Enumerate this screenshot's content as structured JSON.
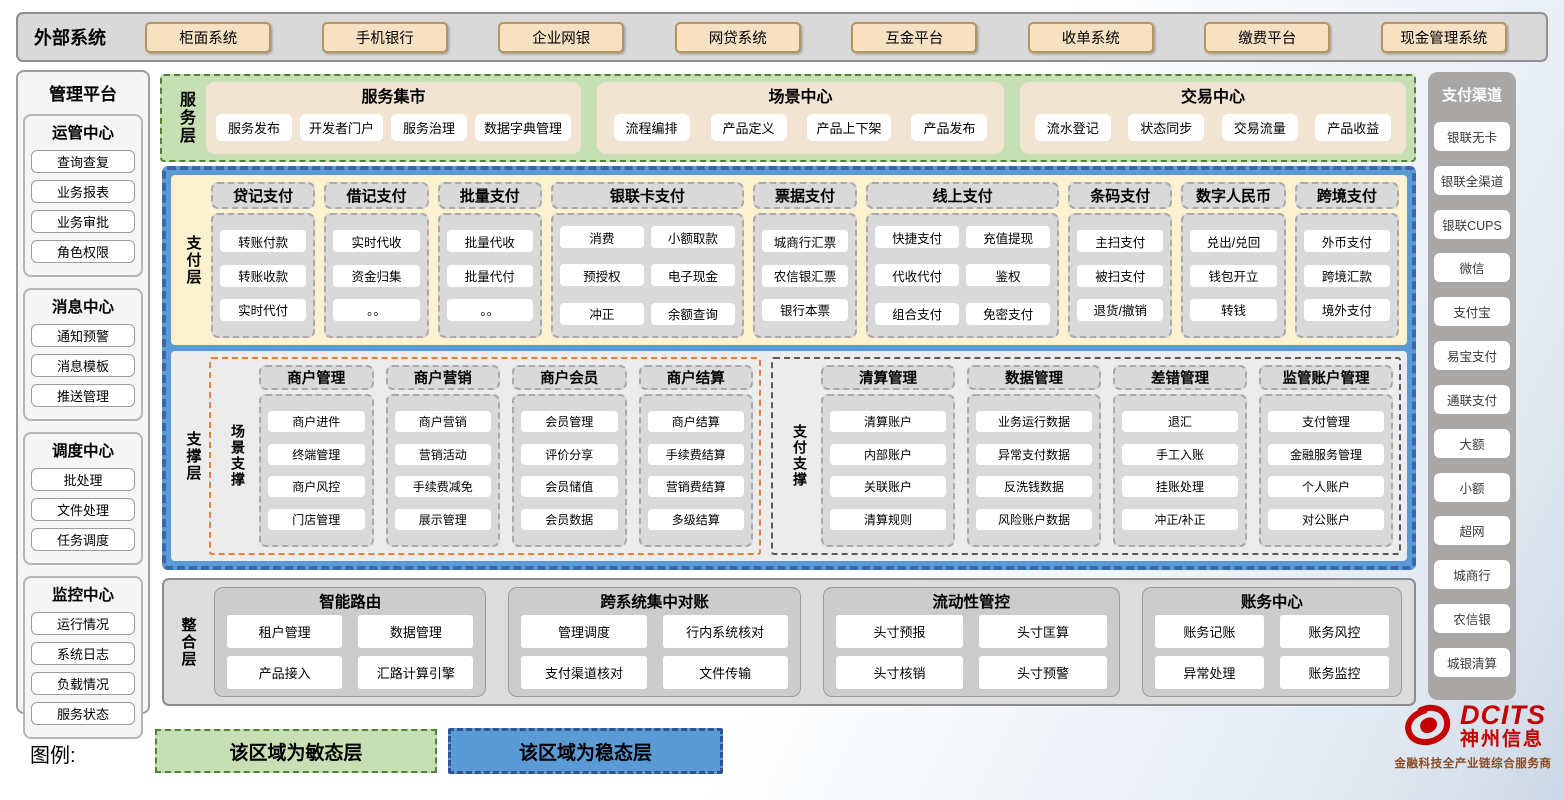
{
  "external": {
    "label": "外部系统",
    "systems": [
      "柜面系统",
      "手机银行",
      "企业网银",
      "网贷系统",
      "互金平台",
      "收单系统",
      "缴费平台",
      "现金管理系统"
    ]
  },
  "management": {
    "title": "管理平台",
    "groups": [
      {
        "title": "运管中心",
        "items": [
          "查询查复",
          "业务报表",
          "业务审批",
          "角色权限"
        ]
      },
      {
        "title": "消息中心",
        "items": [
          "通知预警",
          "消息模板",
          "推送管理"
        ]
      },
      {
        "title": "调度中心",
        "items": [
          "批处理",
          "文件处理",
          "任务调度"
        ]
      },
      {
        "title": "监控中心",
        "items": [
          "运行情况",
          "系统日志",
          "负载情况",
          "服务状态"
        ]
      }
    ]
  },
  "service_layer": {
    "label": "服务层",
    "groups": [
      {
        "title": "服务集市",
        "items": [
          "服务发布",
          "开发者门户",
          "服务治理",
          "数据字典管理"
        ]
      },
      {
        "title": "场景中心",
        "items": [
          "流程编排",
          "产品定义",
          "产品上下架",
          "产品发布"
        ]
      },
      {
        "title": "交易中心",
        "items": [
          "流水登记",
          "状态同步",
          "交易流量",
          "产品收益"
        ]
      }
    ]
  },
  "payment_layer": {
    "label": "支付层",
    "columns": [
      {
        "title": "贷记支付",
        "wide": false,
        "items": [
          "转账付款",
          "转账收款",
          "实时代付"
        ]
      },
      {
        "title": "借记支付",
        "wide": false,
        "items": [
          "实时代收",
          "资金归集",
          "。。"
        ]
      },
      {
        "title": "批量支付",
        "wide": false,
        "items": [
          "批量代收",
          "批量代付",
          "。。"
        ]
      },
      {
        "title": "银联卡支付",
        "wide": true,
        "items": [
          "消费",
          "小额取款",
          "预授权",
          "电子现金",
          "冲正",
          "余额查询"
        ]
      },
      {
        "title": "票据支付",
        "wide": false,
        "items": [
          "城商行汇票",
          "农信银汇票",
          "银行本票"
        ]
      },
      {
        "title": "线上支付",
        "wide": true,
        "items": [
          "快捷支付",
          "充值提现",
          "代收代付",
          "鉴权",
          "组合支付",
          "免密支付"
        ]
      },
      {
        "title": "条码支付",
        "wide": false,
        "items": [
          "主扫支付",
          "被扫支付",
          "退货/撤销"
        ]
      },
      {
        "title": "数字人民币",
        "wide": false,
        "items": [
          "兑出/兑回",
          "钱包开立",
          "转钱"
        ]
      },
      {
        "title": "跨境支付",
        "wide": false,
        "items": [
          "外币支付",
          "跨境汇款",
          "境外支付"
        ]
      }
    ]
  },
  "support_layer": {
    "label": "支撑层",
    "sections": [
      {
        "label": "场景支撑",
        "accent": "orange",
        "columns": [
          {
            "title": "商户管理",
            "items": [
              "商户进件",
              "终端管理",
              "商户风控",
              "门店管理"
            ]
          },
          {
            "title": "商户营销",
            "items": [
              "商户营销",
              "营销活动",
              "手续费减免",
              "展示管理"
            ]
          },
          {
            "title": "商户会员",
            "items": [
              "会员管理",
              "评价分享",
              "会员储值",
              "会员数据"
            ]
          },
          {
            "title": "商户结算",
            "items": [
              "商户结算",
              "手续费结算",
              "营销费结算",
              "多级结算"
            ]
          }
        ]
      },
      {
        "label": "支付支撑",
        "accent": "dark",
        "columns": [
          {
            "title": "清算管理",
            "items": [
              "清算账户",
              "内部账户",
              "关联账户",
              "清算规则"
            ]
          },
          {
            "title": "数据管理",
            "items": [
              "业务运行数据",
              "异常支付数据",
              "反洗钱数据",
              "风险账户数据"
            ]
          },
          {
            "title": "差错管理",
            "items": [
              "退汇",
              "手工入账",
              "挂账处理",
              "冲正/补正"
            ]
          },
          {
            "title": "监管账户管理",
            "items": [
              "支付管理",
              "金融服务管理",
              "个人账户",
              "对公账户"
            ]
          }
        ]
      }
    ]
  },
  "integration_layer": {
    "label": "整合层",
    "groups": [
      {
        "title": "智能路由",
        "items": [
          "租户管理",
          "数据管理",
          "产品接入",
          "汇路计算引擎"
        ]
      },
      {
        "title": "跨系统集中对账",
        "items": [
          "管理调度",
          "行内系统核对",
          "支付渠道核对",
          "文件传输"
        ]
      },
      {
        "title": "流动性管控",
        "items": [
          "头寸预报",
          "头寸匡算",
          "头寸核销",
          "头寸预警"
        ]
      },
      {
        "title": "账务中心",
        "items": [
          "账务记账",
          "账务风控",
          "异常处理",
          "账务监控"
        ]
      }
    ]
  },
  "channels": {
    "title": "支付渠道",
    "items": [
      "银联无卡",
      "银联全渠道",
      "银联CUPS",
      "微信",
      "支付宝",
      "易宝支付",
      "通联支付",
      "大额",
      "小额",
      "超网",
      "城商行",
      "农信银",
      "城银清算"
    ]
  },
  "legend": {
    "label": "图例:",
    "agile": "该区域为敏态层",
    "stable": "该区域为稳态层"
  },
  "logo": {
    "brand": "DCITS",
    "company": "神州信息",
    "tagline": "金融科技全产业链综合服务商"
  },
  "colors": {
    "agile_bg": "#c6e0b4",
    "agile_border": "#548235",
    "stable_bg": "#5b9bd5",
    "stable_border": "#3a66ad",
    "payment_bg": "#fdf2d0",
    "tan_button": "#f6e1c2",
    "tan_border": "#b5945f",
    "group_cream": "#f2e4d3",
    "gray_box": "#d9d9d9",
    "scene_accent": "#ed7d31",
    "pay_accent": "#595959",
    "brand_red": "#c40000",
    "tagline_brown": "#8e4a20"
  }
}
